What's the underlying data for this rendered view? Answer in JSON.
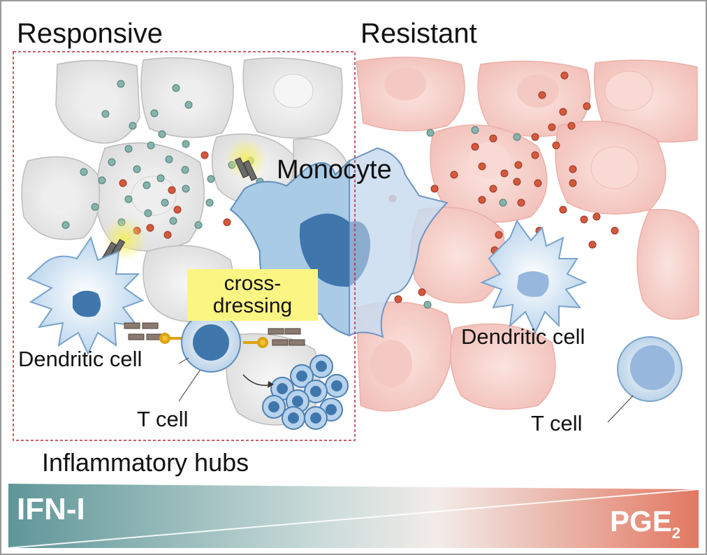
{
  "panels": {
    "left_title": "Responsive",
    "right_title": "Resistant"
  },
  "labels": {
    "monocyte": "Monocyte",
    "cross_dressing_line1": "cross-",
    "cross_dressing_line2": "dressing",
    "dendritic_left": "Dendritic cell",
    "dendritic_right": "Dendritic cell",
    "tcell_left": "T cell",
    "tcell_right": "T cell",
    "hubs": "Inflammatory hubs"
  },
  "gradient_bar": {
    "left_label": "IFN-I",
    "right_label_main": "PGE",
    "right_label_sub": "2"
  },
  "colors": {
    "responsive_cells": "#e6e6e6",
    "resistant_cells": "#f6d0cb",
    "monocyte": "#a9cbe6",
    "nucleus": "#3f77ad",
    "teal_dot": "#86b3ac",
    "red_dot": "#d45a3d",
    "highlight": "#fbf584",
    "ifn_gradient": "#5f9698",
    "pge_gradient": "#e27862"
  }
}
